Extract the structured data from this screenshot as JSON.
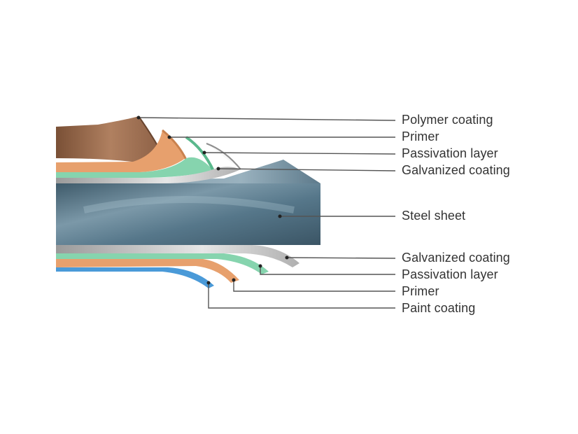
{
  "labels_top": [
    {
      "text": "Polymer coating"
    },
    {
      "text": "Primer"
    },
    {
      "text": "Passivation layer"
    },
    {
      "text": "Galvanized coating"
    }
  ],
  "label_middle": {
    "text": "Steel sheet"
  },
  "labels_bottom": [
    {
      "text": "Galvanized coating"
    },
    {
      "text": "Passivation layer"
    },
    {
      "text": "Primer"
    },
    {
      "text": "Paint coating"
    }
  ],
  "colors": {
    "polymer": "#9a6a4c",
    "primer": "#e8a06a",
    "passivation": "#7fd0a8",
    "galvanized": "#c9c9c9",
    "steel": "#5a7a8c",
    "paint": "#4a9ad8",
    "leader": "#555555"
  }
}
